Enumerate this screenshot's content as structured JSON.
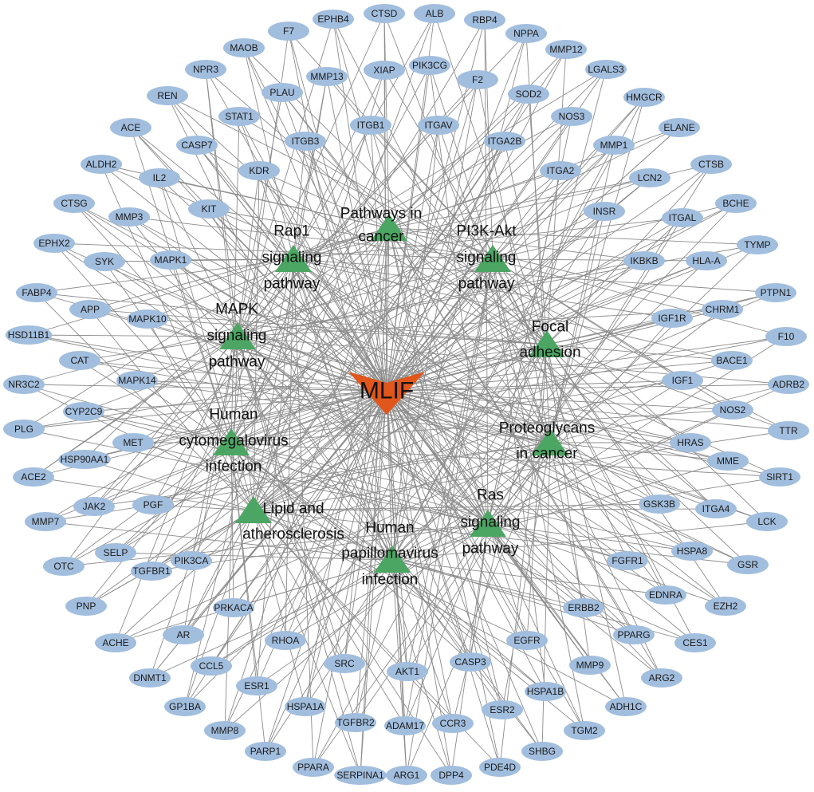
{
  "center": {
    "label": "MLIF"
  },
  "pathways": [
    {
      "label_lines": [
        "Pathways in",
        "cancer"
      ]
    },
    {
      "label_lines": [
        "Rap1",
        "signaling",
        "pathway"
      ]
    },
    {
      "label_lines": [
        "PI3K-Akt",
        "signaling",
        "pathway"
      ]
    },
    {
      "label_lines": [
        "MAPK",
        "signaling",
        "pathway"
      ]
    },
    {
      "label_lines": [
        "Focal",
        "adhesion"
      ]
    },
    {
      "label_lines": [
        "Human",
        "cytomegalovirus",
        "infection"
      ]
    },
    {
      "label_lines": [
        "Proteoglycans",
        "in cancer"
      ]
    },
    {
      "label_lines": [
        "Lipid and",
        "atherosclerosis"
      ]
    },
    {
      "label_lines": [
        "Ras",
        "signaling",
        "pathway"
      ]
    },
    {
      "label_lines": [
        "Human",
        "papillomavirus",
        "infection"
      ]
    }
  ],
  "targets": [
    "CTSD",
    "ALB",
    "RBP4",
    "NPPA",
    "MMP12",
    "LGALS3",
    "HMGCR",
    "ELANE",
    "CTSB",
    "BCHE",
    "TYMP",
    "PTPN1",
    "F10",
    "ADRB2",
    "TTR",
    "SIRT1",
    "LCK",
    "GSR",
    "EZH2",
    "CES1",
    "ARG2",
    "ADH1C",
    "TGM2",
    "SHBG",
    "PDE4D",
    "DPP4",
    "ARG1",
    "SERPINA1",
    "PPARA",
    "PARP1",
    "MMP8",
    "GP1BA",
    "DNMT1",
    "ACHE",
    "PNP",
    "OTC",
    "MMP7",
    "ACE2",
    "PLG",
    "NR3C2",
    "HSD11B1",
    "FABP4",
    "EPHX2",
    "CTSG",
    "ALDH2",
    "ACE",
    "REN",
    "NPR3",
    "MAOB",
    "F7",
    "EPHB4",
    "XIAP",
    "PIK3CG",
    "F2",
    "SOD2",
    "NOS3",
    "MMP1",
    "LCN2",
    "ITGAL",
    "HLA-A",
    "CHRM1",
    "BACE1",
    "NOS2",
    "MME",
    "ITGA4",
    "HSPA8",
    "EDNRA",
    "PPARG",
    "MMP9",
    "HSPA1B",
    "ESR2",
    "CCR3",
    "ADAM17",
    "TGFBR2",
    "HSPA1A",
    "ESR1",
    "CCL5",
    "AR",
    "TGFBR1",
    "SELP",
    "JAK2",
    "HSP90AA1",
    "CYP2C9",
    "CAT",
    "APP",
    "SYK",
    "MMP3",
    "IL2",
    "CASP7",
    "STAT1",
    "PLAU",
    "MMP13",
    "ITGB1",
    "ITGAV",
    "ITGA2B",
    "ITGA2",
    "INSR",
    "IKBKB",
    "IGF1R",
    "IGF1",
    "HRAS",
    "GSK3B",
    "FGFR1",
    "ERBB2",
    "EGFR",
    "CASP3",
    "AKT1",
    "SRC",
    "RHOA",
    "PRKACA",
    "PIK3CA",
    "PGF",
    "MET",
    "MAPK14",
    "MAPK10",
    "MAPK1",
    "KIT",
    "KDR",
    "ITGB3"
  ],
  "colors": {
    "target_fill": "#A2BEDE",
    "pathway_fill": "#4CA663",
    "center_fill": "#E0561B",
    "edge": "#8C8C8C"
  }
}
